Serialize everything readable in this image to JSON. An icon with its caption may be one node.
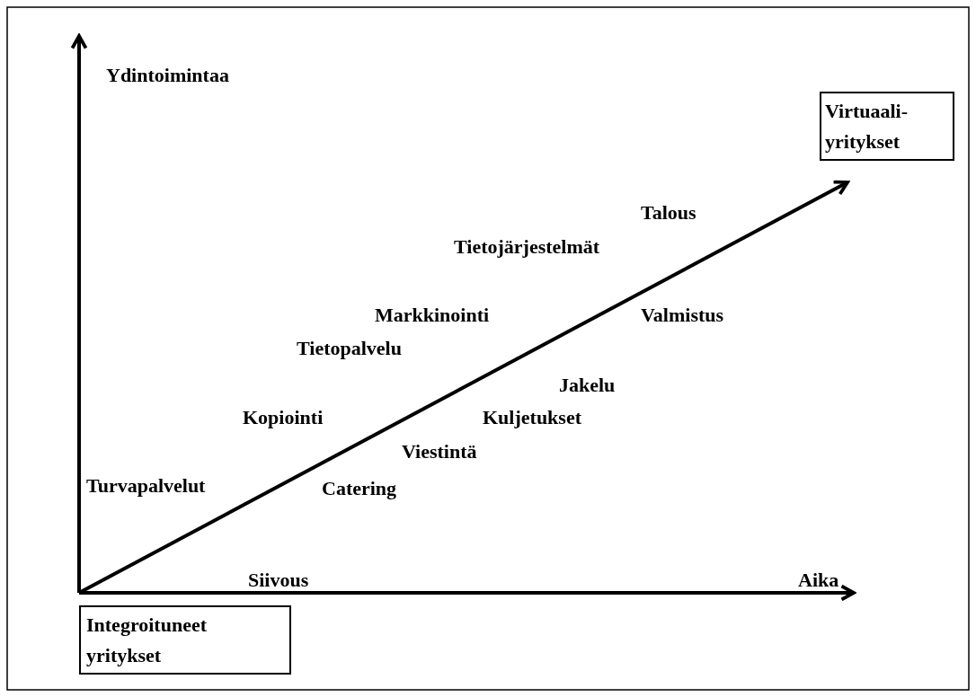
{
  "diagram": {
    "nodes": [
      {
        "text": [
          "Virtuaali-yritykset"
        ]
      },
      {
        "text": [
          "Integroituneet yritykset"
        ]
      }
    ],
    "edges": [
      {
        "from": 1,
        "to": 0,
        "arrow": "to"
      }
    ],
    "labels": [
      "Ydintoimintaa",
      "Talous",
      "Tietojärjestelmät",
      "Markkinointi",
      "Valmistus",
      "Tietopalvelu",
      "Jakelu",
      "Kopiointi",
      "Kuljetukset",
      "Viestintä",
      "Turvapalvelut",
      "Catering",
      "Siivous",
      "Aika"
    ]
  }
}
